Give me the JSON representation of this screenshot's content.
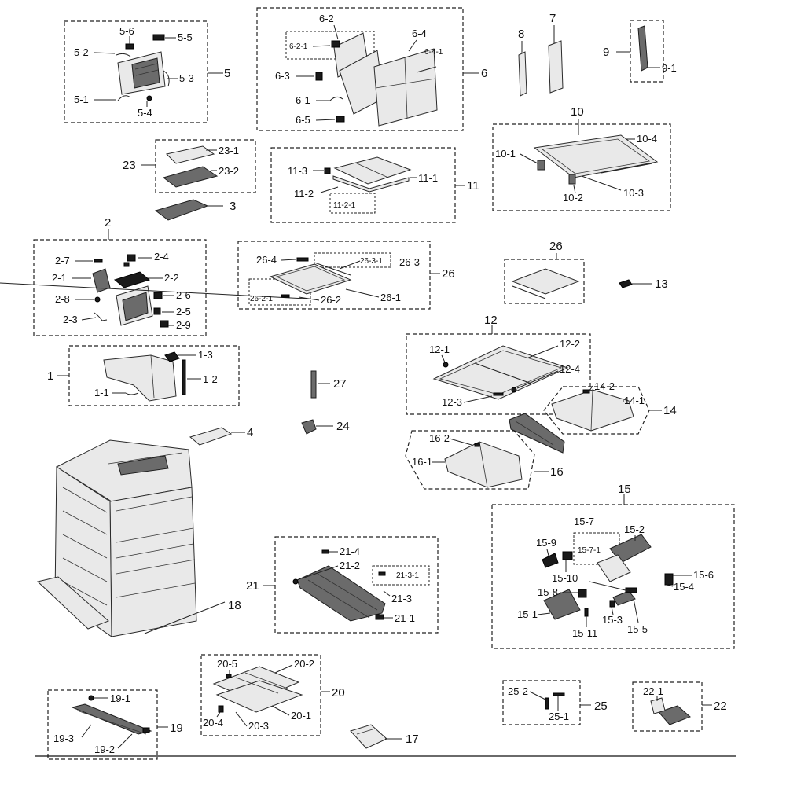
{
  "colors": {
    "ink": "#111111",
    "part_fill": "#e9e9e9",
    "part_dark": "#6b6b6b"
  },
  "groups": {
    "g1": {
      "label": "1",
      "subs": [
        "1-1",
        "1-2",
        "1-3"
      ]
    },
    "g2": {
      "label": "2",
      "subs": [
        "2-1",
        "2-2",
        "2-3",
        "2-4",
        "2-5",
        "2-6",
        "2-7",
        "2-8",
        "2-9"
      ]
    },
    "g3": {
      "label": "3",
      "subs": []
    },
    "g4": {
      "label": "4",
      "subs": []
    },
    "g5": {
      "label": "5",
      "subs": [
        "5-1",
        "5-2",
        "5-3",
        "5-4",
        "5-5",
        "5-6"
      ]
    },
    "g6": {
      "label": "6",
      "subs": [
        "6-1",
        "6-2",
        "6-2-1",
        "6-3",
        "6-4",
        "6-4-1",
        "6-5"
      ]
    },
    "g7": {
      "label": "7",
      "subs": []
    },
    "g8": {
      "label": "8",
      "subs": []
    },
    "g9": {
      "label": "9",
      "subs": [
        "9-1"
      ]
    },
    "g10": {
      "label": "10",
      "subs": [
        "10-1",
        "10-2",
        "10-3",
        "10-4"
      ]
    },
    "g11": {
      "label": "11",
      "subs": [
        "11-1",
        "11-2",
        "11-2-1",
        "11-3"
      ]
    },
    "g12": {
      "label": "12",
      "subs": [
        "12-1",
        "12-2",
        "12-3",
        "12-4"
      ]
    },
    "g13": {
      "label": "13",
      "subs": []
    },
    "g14": {
      "label": "14",
      "subs": [
        "14-1",
        "14-2"
      ]
    },
    "g15": {
      "label": "15",
      "subs": [
        "15-1",
        "15-2",
        "15-3",
        "15-4",
        "15-5",
        "15-6",
        "15-7",
        "15-7-1",
        "15-8",
        "15-9",
        "15-10",
        "15-11"
      ]
    },
    "g16": {
      "label": "16",
      "subs": [
        "16-1",
        "16-2"
      ]
    },
    "g17": {
      "label": "17",
      "subs": []
    },
    "g18": {
      "label": "18",
      "subs": []
    },
    "g19": {
      "label": "19",
      "subs": [
        "19-1",
        "19-2",
        "19-3"
      ]
    },
    "g20": {
      "label": "20",
      "subs": [
        "20-1",
        "20-2",
        "20-3",
        "20-4",
        "20-5"
      ]
    },
    "g21": {
      "label": "21",
      "subs": [
        "21-1",
        "21-2",
        "21-3",
        "21-3-1",
        "21-4"
      ]
    },
    "g22": {
      "label": "22",
      "subs": [
        "22-1"
      ]
    },
    "g23": {
      "label": "23",
      "subs": [
        "23-1",
        "23-2"
      ]
    },
    "g24": {
      "label": "24",
      "subs": []
    },
    "g25": {
      "label": "25",
      "subs": [
        "25-1",
        "25-2"
      ]
    },
    "g26a": {
      "label": "26",
      "subs": [
        "26-1",
        "26-2",
        "26-2-1",
        "26-3",
        "26-3-1",
        "26-4"
      ]
    },
    "g26b": {
      "label": "26",
      "subs": []
    },
    "g27": {
      "label": "27",
      "subs": []
    }
  }
}
